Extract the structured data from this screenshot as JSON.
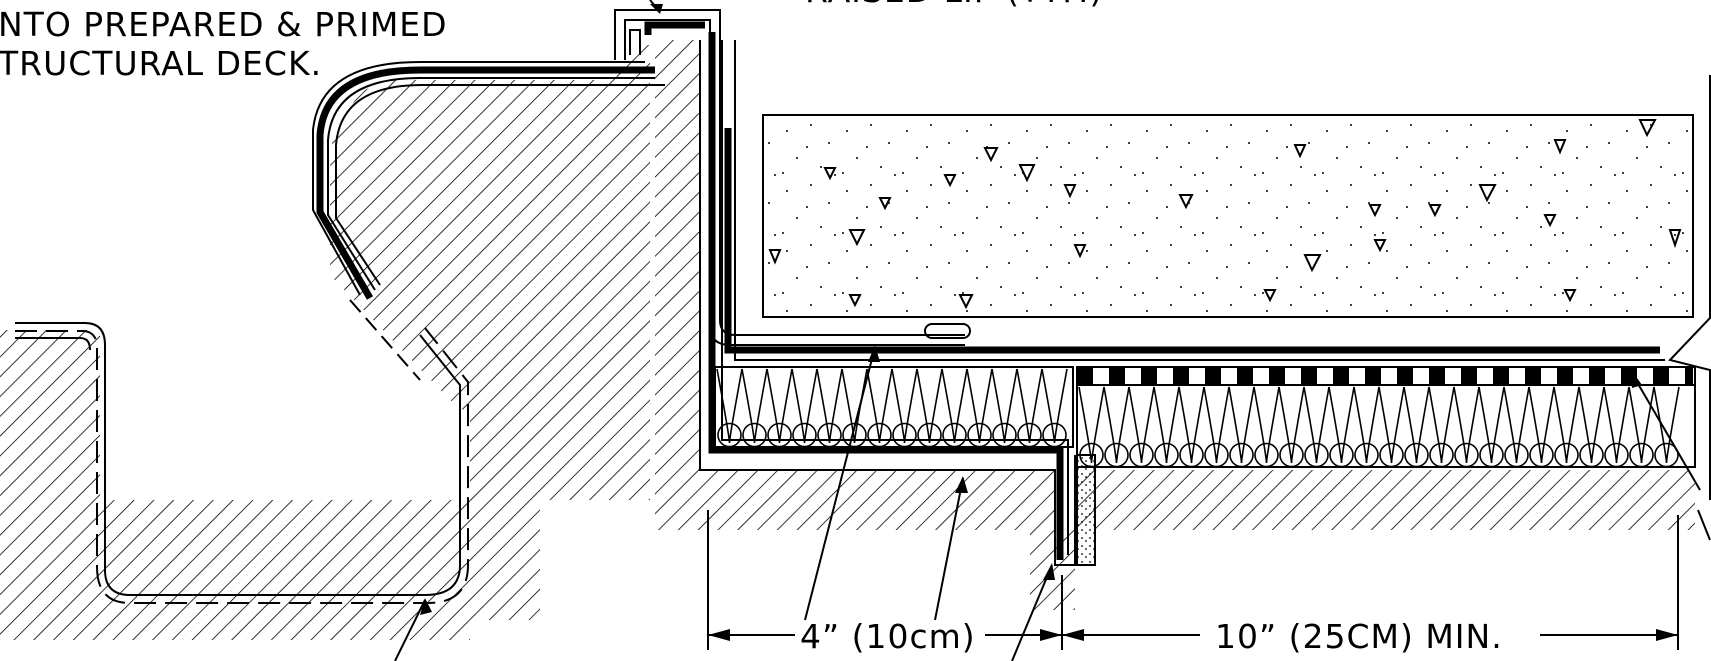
{
  "notes": {
    "top_left_line1": "NTO PREPARED & PRIMED",
    "top_left_line2": "TRUCTURAL DECK.",
    "top_right_fragment": "RAISED LIP (TYP.)"
  },
  "dimensions": {
    "left": "4” (10cm)",
    "right": "10” (25CM) MIN."
  },
  "colors": {
    "line": "#000000",
    "background": "#ffffff"
  }
}
